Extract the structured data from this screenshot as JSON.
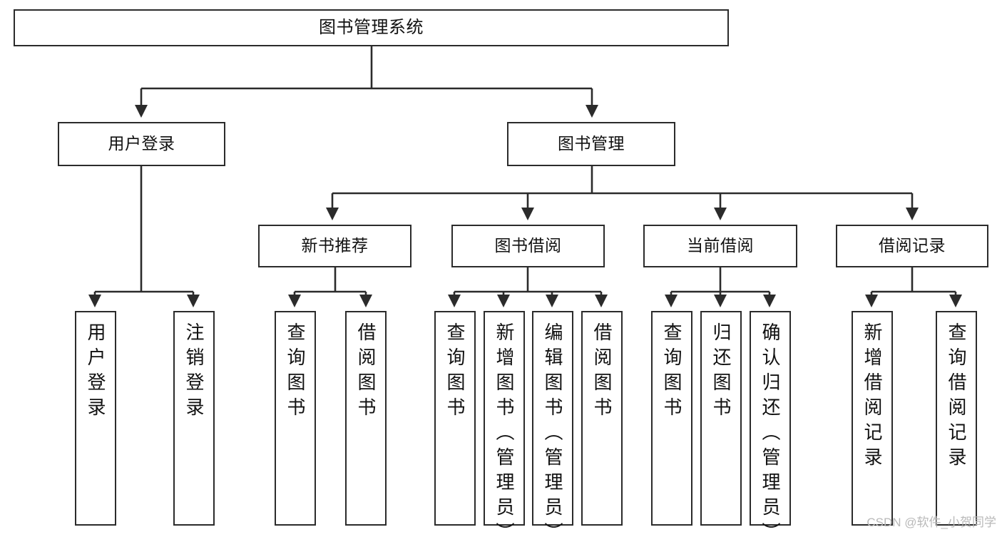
{
  "diagram": {
    "title": "图书管理系统",
    "type": "tree",
    "watermark": "CSDN @软件_小贺同学",
    "colors": {
      "box_border": "#2b2b2b",
      "box_fill": "#ffffff",
      "connector": "#2b2b2b",
      "text": "#111111",
      "watermark": "#b9b9b9",
      "background": "#ffffff"
    }
  },
  "nodes": {
    "root": {
      "label": "图书管理系统",
      "level": 1
    },
    "level2": [
      {
        "id": "user-login",
        "label": "用户登录"
      },
      {
        "id": "book-manage",
        "label": "图书管理"
      }
    ],
    "level3": [
      {
        "id": "new-book-rec",
        "label": "新书推荐"
      },
      {
        "id": "book-borrow",
        "label": "图书借阅"
      },
      {
        "id": "current-borrow",
        "label": "当前借阅"
      },
      {
        "id": "borrow-record",
        "label": "借阅记录"
      }
    ],
    "leaves": {
      "user-login": [
        {
          "id": "leaf-user-login",
          "label": "用户登录"
        },
        {
          "id": "leaf-user-logout",
          "label": "注销登录"
        }
      ],
      "new-book-rec": [
        {
          "id": "leaf-query-book-1",
          "label": "查询图书"
        },
        {
          "id": "leaf-borrow-book-1",
          "label": "借阅图书"
        }
      ],
      "book-borrow": [
        {
          "id": "leaf-query-book-2",
          "label": "查询图书"
        },
        {
          "id": "leaf-add-book",
          "label": "新增图书（管理员）"
        },
        {
          "id": "leaf-edit-book",
          "label": "编辑图书（管理员）"
        },
        {
          "id": "leaf-borrow-book-2",
          "label": "借阅图书"
        }
      ],
      "current-borrow": [
        {
          "id": "leaf-query-book-3",
          "label": "查询图书"
        },
        {
          "id": "leaf-return-book",
          "label": "归还图书"
        },
        {
          "id": "leaf-confirm-return",
          "label": "确认归还（管理员）"
        }
      ],
      "borrow-record": [
        {
          "id": "leaf-add-record",
          "label": "新增借阅记录"
        },
        {
          "id": "leaf-query-record",
          "label": "查询借阅记录"
        }
      ]
    }
  }
}
